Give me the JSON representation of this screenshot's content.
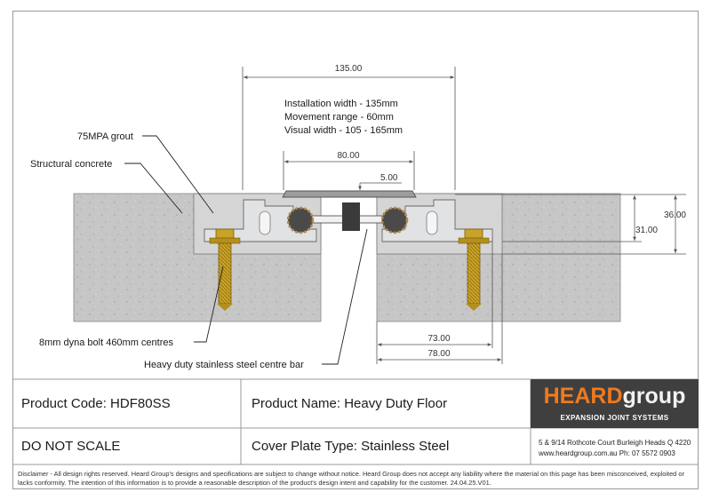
{
  "drawing": {
    "dims": {
      "top_width": "135.00",
      "cover_width": "80.00",
      "gap": "5.00",
      "total_height": "36.00",
      "cover_height": "31.00",
      "lower_1": "73.00",
      "lower_2": "78.00"
    },
    "specs": [
      "Installation width - 135mm",
      "Movement range - 60mm",
      "Visual width - 105 - 165mm"
    ],
    "labels": {
      "grout": "75MPA grout",
      "concrete": "Structural concrete",
      "bolt": "8mm dyna bolt 460mm centres",
      "centre_bar": "Heavy duty stainless steel centre bar"
    }
  },
  "title_block": {
    "product_code": "Product Code: HDF80SS",
    "product_name": "Product Name: Heavy Duty Floor",
    "scale_note": "DO NOT SCALE",
    "cover_plate": "Cover Plate Type: Stainless Steel",
    "brand_a": "HEARD",
    "brand_b": "group",
    "tagline": "EXPANSION JOINT SYSTEMS",
    "address": "5 & 9/14 Rothcote Court Burleigh Heads Q 4220",
    "website_phone": "www.heardgroup.com.au  Ph: 07 5572 0903"
  },
  "disclaimer": "Disclaimer - All design rights reserved. Heard Group's designs and specifications are subject to change without notice. Heard Group does not accept any liability where the material on this page has been misconceived, exploited or lacks conformity. The intention of this information is to provide a reasonable description of the product's design intent and capability for the customer.  24.04.25.V01.",
  "colors": {
    "concrete": "#c4c4c4",
    "brand_orange": "#f07a1e",
    "brand_bg": "#3f3f3f",
    "bolt": "#c9a227"
  }
}
